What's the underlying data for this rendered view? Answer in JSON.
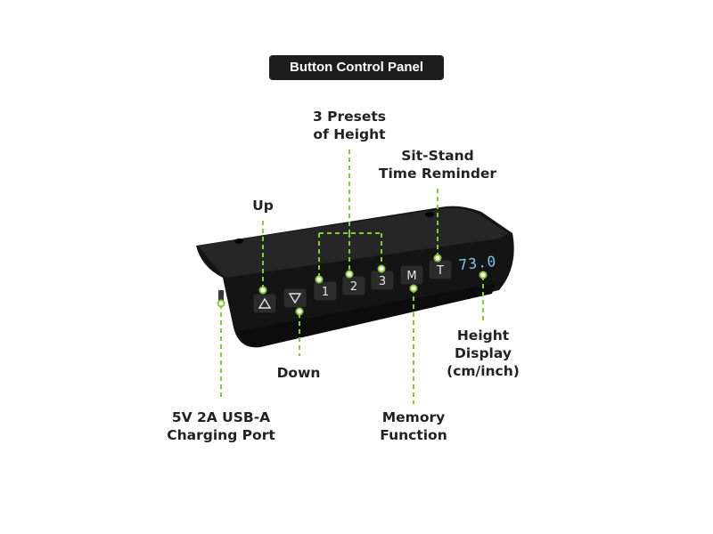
{
  "title": "Button Control Panel",
  "colors": {
    "accent": "#8cc63f",
    "panel": "#151515",
    "display": "#7fc8f0"
  },
  "buttons": {
    "up_icon": "triangle-up",
    "down_icon": "triangle-down",
    "preset1": "1",
    "preset2": "2",
    "preset3": "3",
    "memory": "M",
    "timer": "T"
  },
  "display": {
    "value": "73.0"
  },
  "labels": {
    "presets": [
      "3 Presets",
      "of Height"
    ],
    "sit_stand": [
      "Sit-Stand",
      "Time Reminder"
    ],
    "up": "Up",
    "down": "Down",
    "height_display": [
      "Height",
      "Display",
      "(cm/inch)"
    ],
    "usb": [
      "5V 2A USB-A",
      "Charging Port"
    ],
    "memory": [
      "Memory",
      "Function"
    ]
  }
}
